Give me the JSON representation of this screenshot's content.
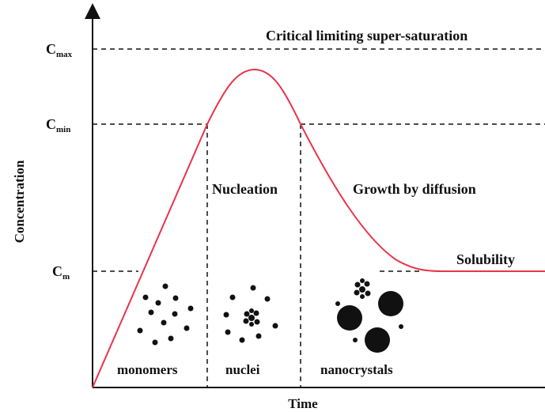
{
  "axes": {
    "y_label": "Concentration",
    "x_label": "Time"
  },
  "levels": {
    "cmax": {
      "main": "C",
      "sub": "max",
      "annotation": "Critical limiting super-saturation"
    },
    "cmin": {
      "main": "C",
      "sub": "min"
    },
    "cm": {
      "main": "C",
      "sub": "m",
      "annotation": "Solubility"
    }
  },
  "regions": {
    "nucleation": "Nucleation",
    "growth": "Growth by diffusion"
  },
  "stages": {
    "monomers": "monomers",
    "nuclei": "nuclei",
    "nanocrystals": "nanocrystals"
  },
  "colors": {
    "curve": "#e8344a",
    "ink": "#111111"
  }
}
